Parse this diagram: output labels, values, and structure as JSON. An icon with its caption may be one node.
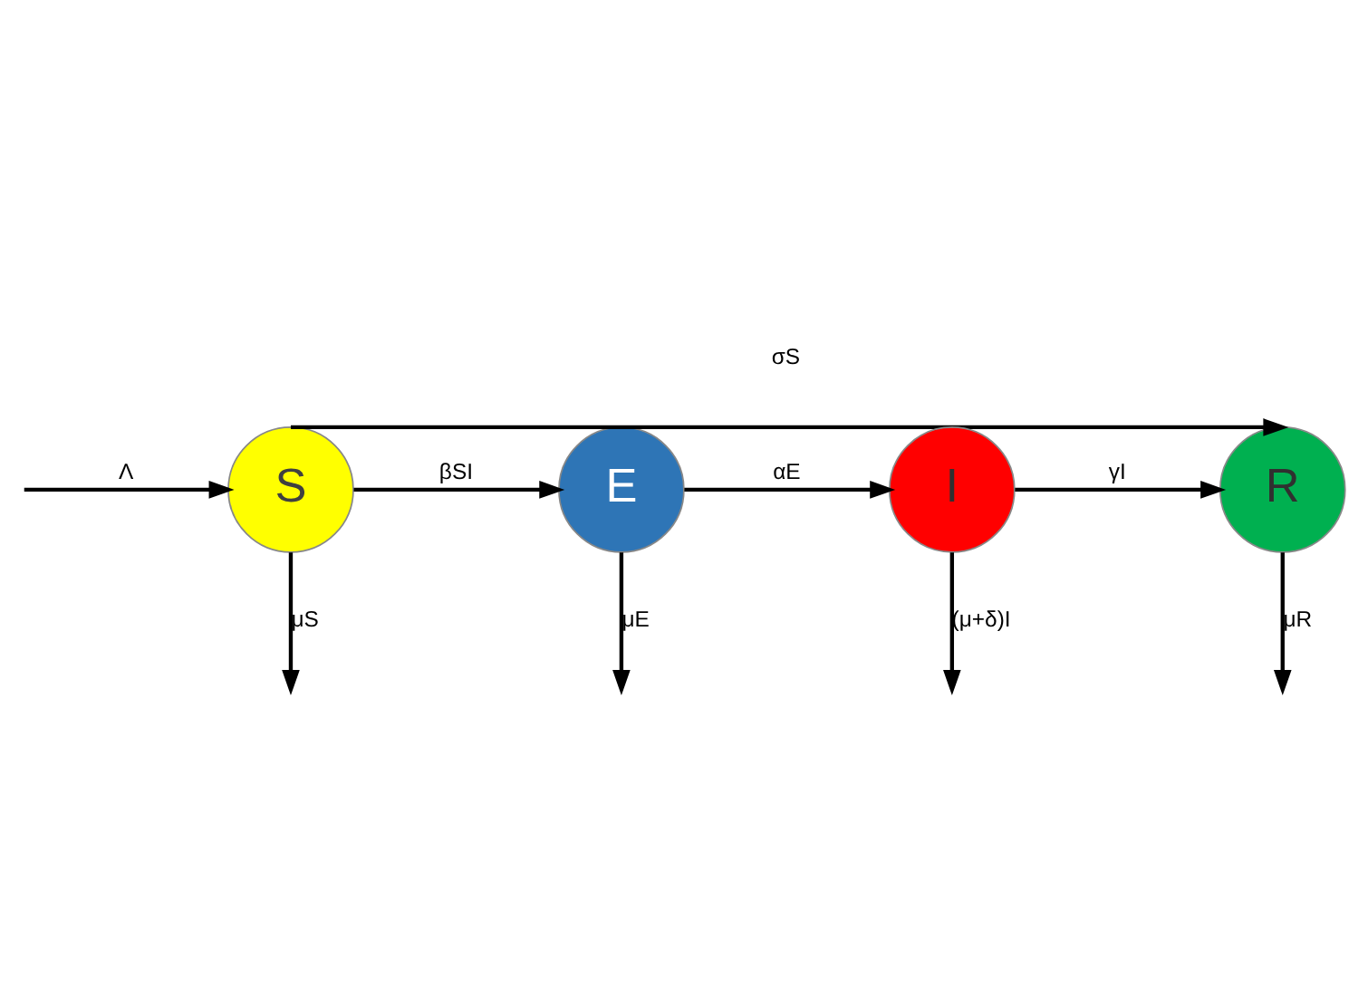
{
  "diagram": {
    "nodes": [
      {
        "text": [
          "S"
        ]
      },
      {
        "text": [
          "E"
        ]
      },
      {
        "text": [
          "I"
        ]
      },
      {
        "text": [
          "R"
        ]
      }
    ],
    "edges": [
      {
        "from": null,
        "to": 0,
        "arrow": "to",
        "label": "Λ"
      },
      {
        "from": 0,
        "to": 1,
        "arrow": "to",
        "label": "βSI"
      },
      {
        "from": 1,
        "to": 2,
        "arrow": "to",
        "label": "αE"
      },
      {
        "from": 2,
        "to": 3,
        "arrow": "to",
        "label": "γI"
      },
      {
        "from": 0,
        "to": 3,
        "arrow": "to",
        "label": "σS"
      },
      {
        "from": 0,
        "to": null,
        "arrow": "to",
        "label": "μS"
      },
      {
        "from": 1,
        "to": null,
        "arrow": "to",
        "label": "μE"
      },
      {
        "from": 2,
        "to": null,
        "arrow": "to",
        "label": "(μ+δ)I"
      },
      {
        "from": 3,
        "to": null,
        "arrow": "to",
        "label": "μR"
      }
    ]
  }
}
